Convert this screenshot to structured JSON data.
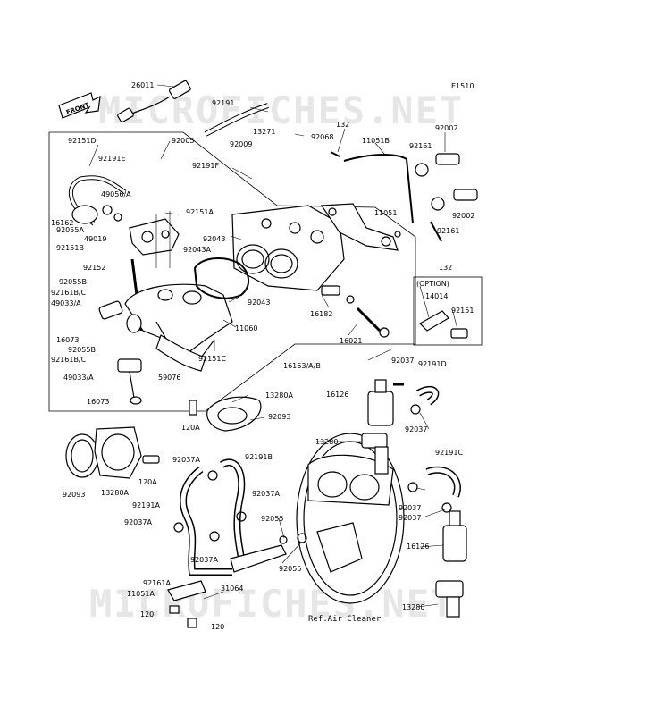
{
  "figure_code": "E1510",
  "watermark": "MICROFICHES.NET",
  "front_label": "FRONT",
  "ref_note": "Ref.Air Cleaner",
  "option_label": "(OPTION)",
  "part_labels": [
    "26011",
    "92191",
    "E1510",
    "132",
    "92002",
    "92068",
    "11051B",
    "13271",
    "92009",
    "92005",
    "92151D",
    "92191E",
    "92161",
    "92191F",
    "49056/A",
    "92151A",
    "16162",
    "92055A",
    "49019",
    "92151B",
    "92043",
    "92043A",
    "11051",
    "92002",
    "92161",
    "132",
    "92152",
    "92055B",
    "92161B/C",
    "49033/A",
    "92043",
    "16182",
    "14014",
    "92151",
    "16073",
    "11060",
    "16021",
    "92055B",
    "92161B/C",
    "92151C",
    "16163/A/B",
    "49033/A",
    "59076",
    "92037",
    "92191D",
    "16126",
    "16073",
    "13280A",
    "92093",
    "120A",
    "92037",
    "13280",
    "92093",
    "13280A",
    "120A",
    "92037A",
    "92191B",
    "92191C",
    "92037A",
    "92191A",
    "92037A",
    "92055",
    "92037",
    "92037",
    "92037A",
    "92055",
    "16126",
    "92161A",
    "11051A",
    "31064",
    "13280",
    "120",
    "120"
  ]
}
